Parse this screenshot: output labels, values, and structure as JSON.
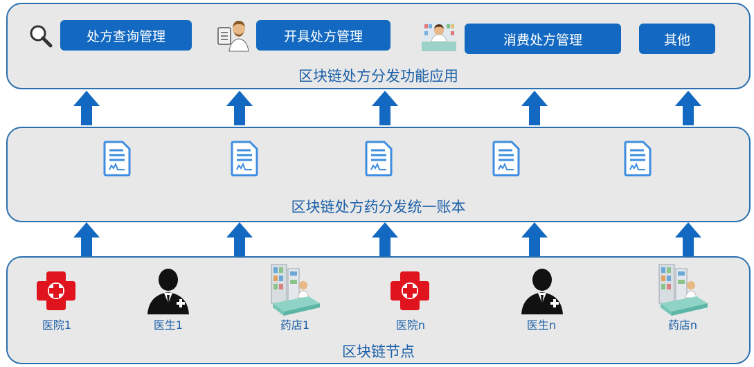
{
  "colors": {
    "accent": "#1369c1",
    "border": "#2a6fb0",
    "panel": "#e8e8e8",
    "text": "#1b5fa8",
    "cross": "#e0141e"
  },
  "top_layer": {
    "title": "区块链处方分发功能应用",
    "buttons": [
      {
        "label": "处方查询管理",
        "icon": "magnifier-icon"
      },
      {
        "label": "开具处方管理",
        "icon": "doctor-icon"
      },
      {
        "label": "消费处方管理",
        "icon": "pharmacist-icon"
      },
      {
        "label": "其他"
      }
    ]
  },
  "middle_layer": {
    "title": "区块链处方药分发统一账本",
    "ledger_icons": [
      "document-icon",
      "document-icon",
      "document-icon",
      "document-icon",
      "document-icon"
    ]
  },
  "bottom_layer": {
    "title": "区块链节点",
    "nodes": [
      {
        "label": "医院1",
        "icon": "hospital-cross-icon"
      },
      {
        "label": "医生1",
        "icon": "doctor-person-icon"
      },
      {
        "label": "药店1",
        "icon": "pharmacy-icon"
      },
      {
        "label": "医院n",
        "icon": "hospital-cross-icon"
      },
      {
        "label": "医生n",
        "icon": "doctor-person-icon"
      },
      {
        "label": "药店n",
        "icon": "pharmacy-icon"
      }
    ]
  },
  "arrows": {
    "icon": "arrow-up-icon"
  }
}
